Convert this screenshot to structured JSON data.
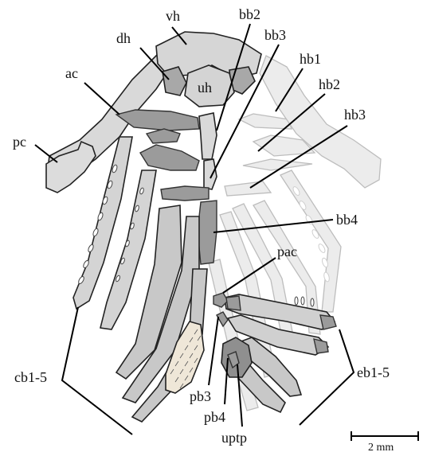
{
  "labels": {
    "vh": "vh",
    "dh": "dh",
    "bb2": "bb2",
    "bb3": "bb3",
    "hb1": "hb1",
    "hb2": "hb2",
    "hb3": "hb3",
    "ac": "ac",
    "uh": "uh",
    "pc": "pc",
    "bb4": "bb4",
    "pac": "pac",
    "cb": "cb1-5",
    "eb": "eb1-5",
    "pb3": "pb3",
    "pb4": "pb4",
    "uptp": "uptp"
  },
  "scale_bar": {
    "label": "2 mm"
  }
}
